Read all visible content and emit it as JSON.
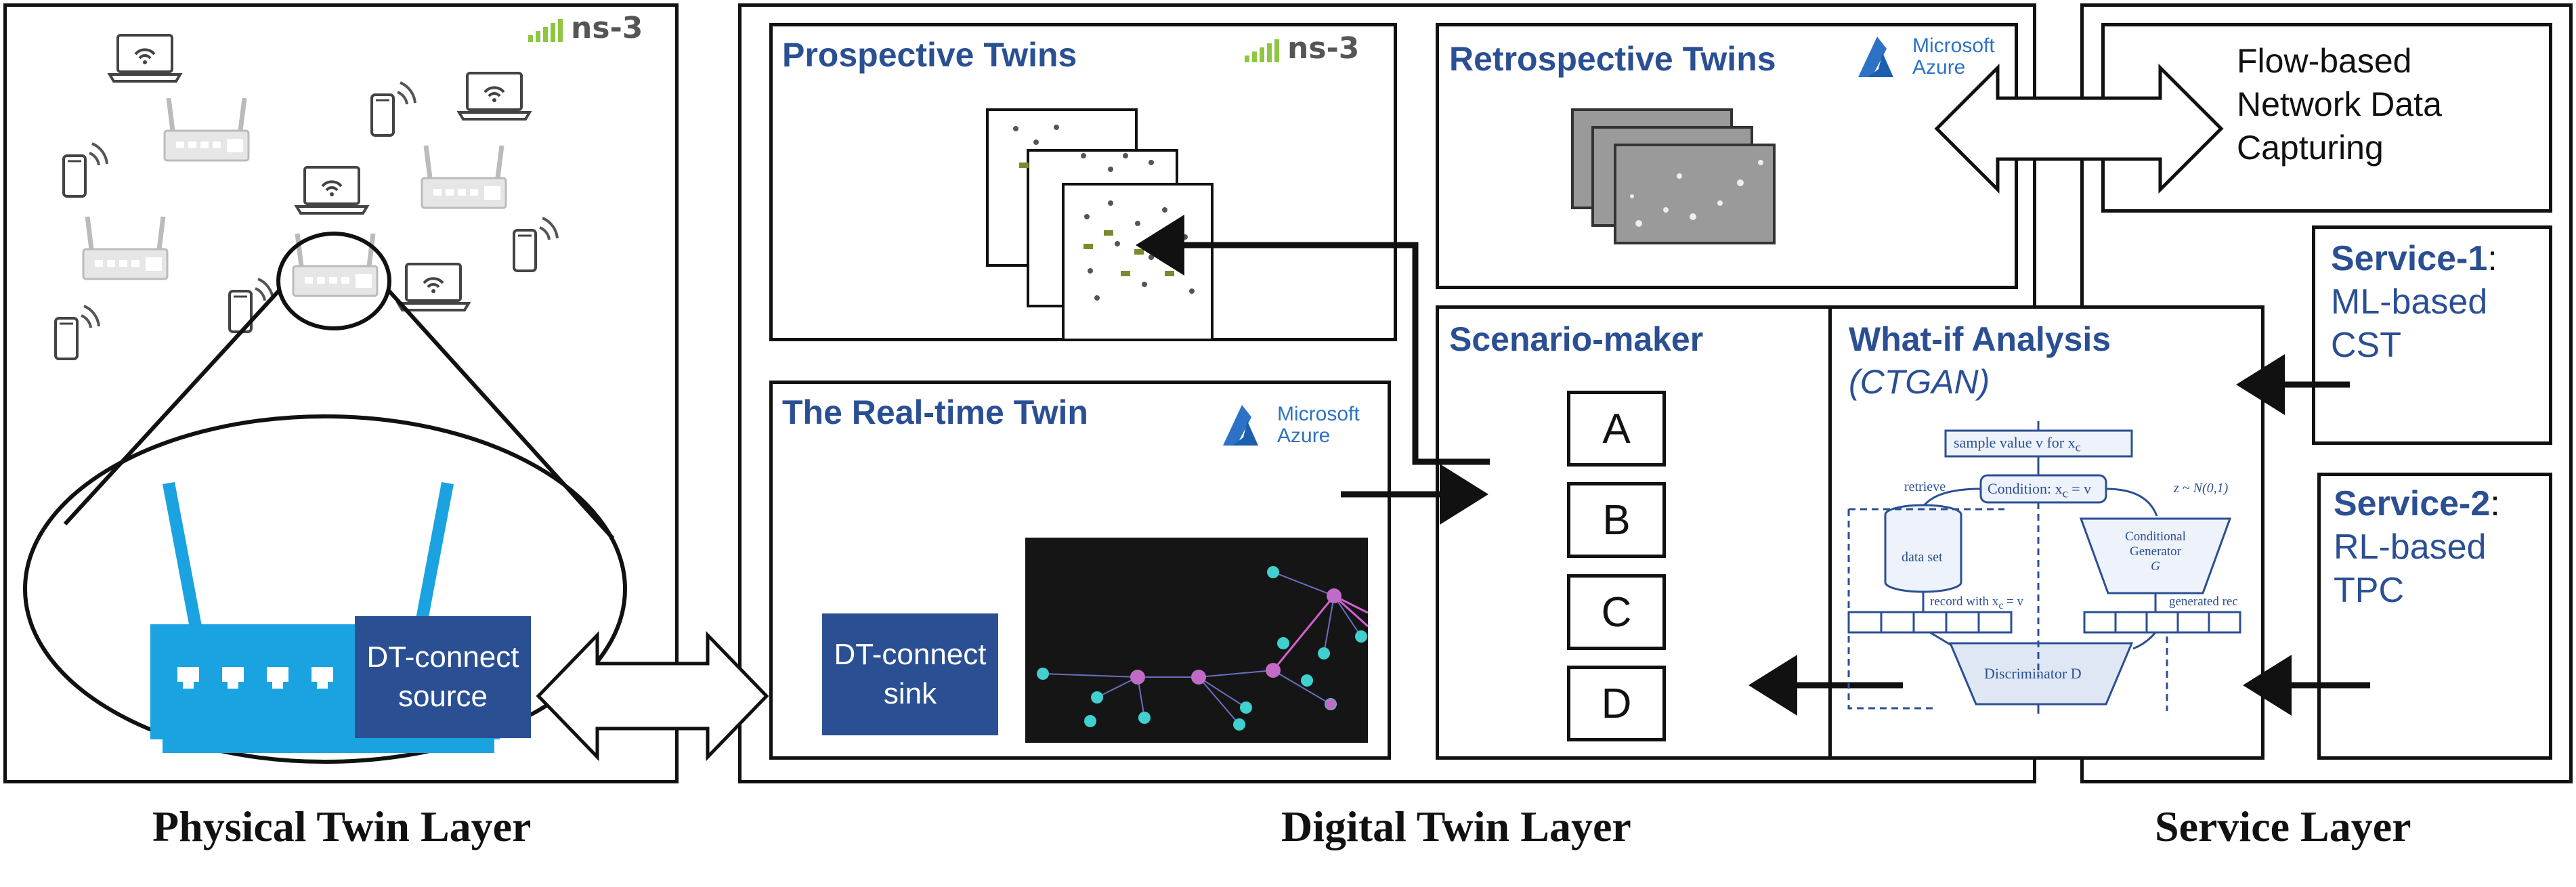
{
  "layers": {
    "physical": "Physical Twin Layer",
    "digital": "Digital Twin Layer",
    "service": "Service Layer"
  },
  "logos": {
    "ns3": "ns-3",
    "ms_line1": "Microsoft",
    "ms_line2": "Azure"
  },
  "physical": {
    "dt_source": [
      "DT-connect",
      "source"
    ]
  },
  "digital": {
    "prospective_title": "Prospective Twins",
    "retrospective_title": "Retrospective Twins",
    "realtime_title": "The Real-time Twin",
    "dt_sink": [
      "DT-connect",
      "sink"
    ],
    "scenario_title": "Scenario-maker",
    "scenarios": [
      "A",
      "B",
      "C",
      "D"
    ],
    "whatif_title": "What-if Analysis",
    "whatif_sub": "(CTGAN)",
    "ctgan": {
      "sample": "sample value v for x",
      "sample_sub": "c",
      "condition": "Condition: x",
      "condition_sub": "c",
      "condition_tail": " = v",
      "retrieve": "retrieve",
      "dist": "z ~ N(0,1)",
      "dataset": "data set",
      "gen": [
        "Conditional",
        "Generator",
        "G"
      ],
      "record": "record with x",
      "record_sub": "c",
      "record_tail": " = v",
      "generated": "generated rec",
      "disc": "Discriminator D"
    }
  },
  "service": {
    "flow": [
      "Flow-based",
      "Network Data",
      "Capturing"
    ],
    "s1_name": "Service-1",
    "s1_lines": [
      "ML-based",
      "CST"
    ],
    "s2_name": "Service-2",
    "s2_lines": [
      "RL-based",
      "TPC"
    ]
  },
  "colors": {
    "accent": "#2b4f93",
    "router": "#1aa3e0",
    "ns3_green": "#8ec641",
    "azure": "#2d72c4"
  }
}
